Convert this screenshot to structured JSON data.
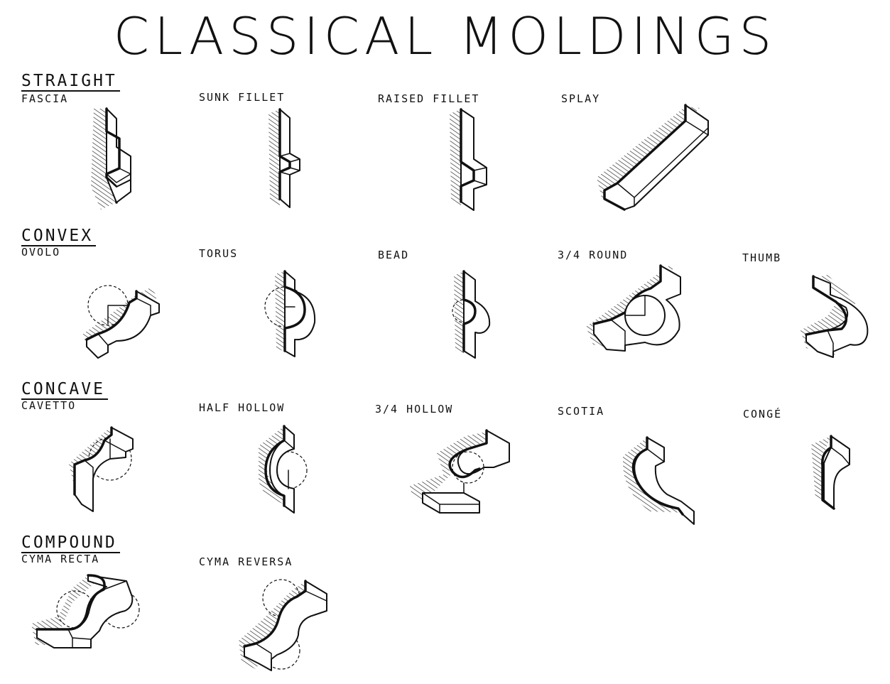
{
  "title": "CLASSICAL MOLDINGS",
  "categories": [
    {
      "label": "STRAIGHT",
      "items": [
        "FASCIA",
        "SUNK FILLET",
        "RAISED FILLET",
        "SPLAY"
      ]
    },
    {
      "label": "CONVEX",
      "items": [
        "OVOLO",
        "TORUS",
        "BEAD",
        "3/4 ROUND",
        "THUMB"
      ]
    },
    {
      "label": "CONCAVE",
      "items": [
        "CAVETTO",
        "HALF HOLLOW",
        "3/4 HOLLOW",
        "SCOTIA",
        "CONGÉ"
      ]
    },
    {
      "label": "COMPOUND",
      "items": [
        "CYMA RECTA",
        "CYMA REVERSA"
      ]
    }
  ]
}
